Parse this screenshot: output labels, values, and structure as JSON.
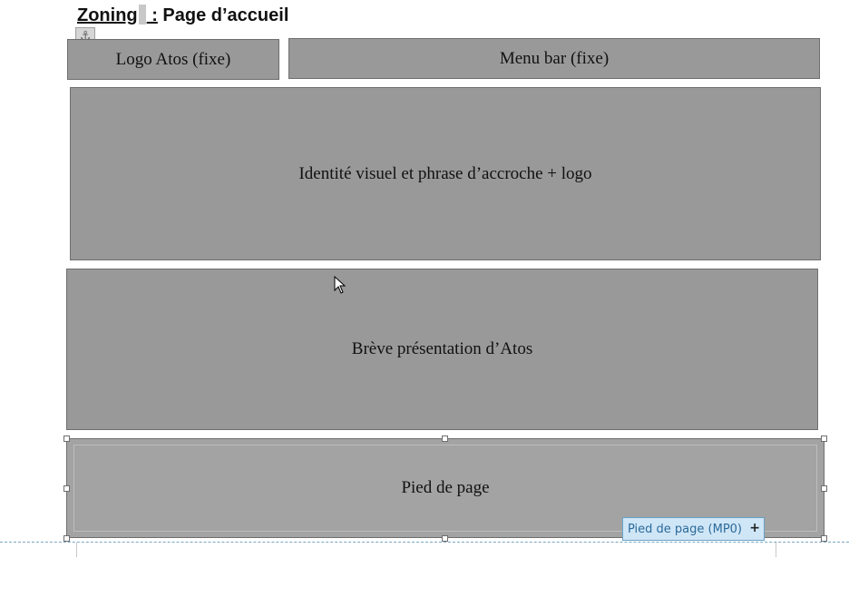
{
  "heading": {
    "part1": "Zoning",
    "part2": " :",
    "part3": " Page d’accueil"
  },
  "anchor_icon": "anchor-icon",
  "boxes": {
    "logo": "Logo Atos (fixe)",
    "menu": "Menu bar (fixe)",
    "identity": "Identité visuel et phrase d’accroche + logo",
    "presentation": "Brève présentation d’Atos"
  },
  "footer": {
    "label": "Pied de page",
    "tag": "Pied de page (MP0)",
    "tag_plus": "+"
  },
  "colors": {
    "box_fill": "#999999",
    "footer_fill": "#a3a3a3",
    "tag_fill": "#cfe6f7",
    "tag_text": "#2b6a99"
  }
}
